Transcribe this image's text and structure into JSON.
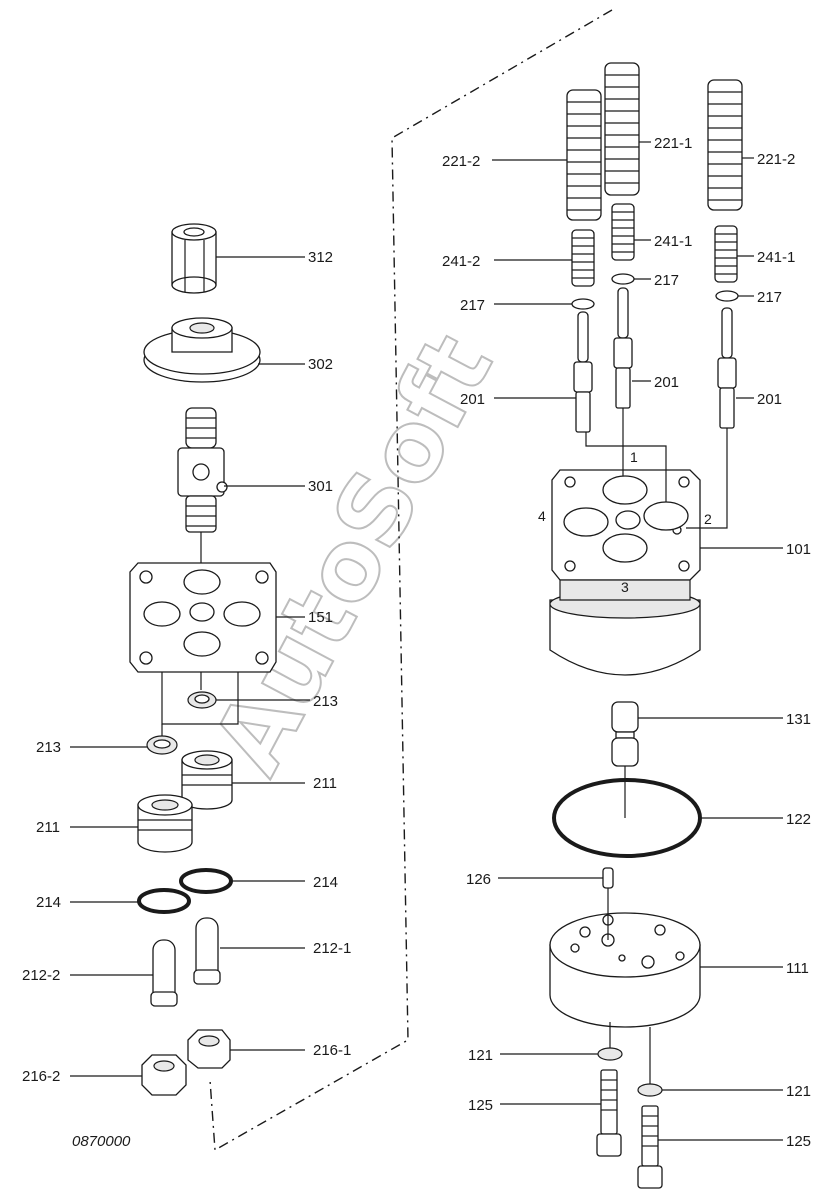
{
  "labels": {
    "l312": "312",
    "l302": "302",
    "l301": "301",
    "l151": "151",
    "l213a": "213",
    "l213b": "213",
    "l211a": "211",
    "l211b": "211",
    "l214a": "214",
    "l214b": "214",
    "l212_1": "212-1",
    "l212_2": "212-2",
    "l216_1": "216-1",
    "l216_2": "216-2",
    "l221_2a": "221-2",
    "l221_1": "221-1",
    "l221_2b": "221-2",
    "l241_2": "241-2",
    "l241_1a": "241-1",
    "l241_1b": "241-1",
    "l217a": "217",
    "l217b": "217",
    "l217c": "217",
    "l201a": "201",
    "l201b": "201",
    "l201c": "201",
    "l101": "101",
    "l131": "131",
    "l122": "122",
    "l126": "126",
    "l111": "111",
    "l121a": "121",
    "l121b": "121",
    "l125a": "125",
    "l125b": "125"
  },
  "port_numbers": {
    "p1": "1",
    "p2": "2",
    "p3": "3",
    "p4": "4"
  },
  "drawing_code": "0870000",
  "watermark": "AutoSoft"
}
